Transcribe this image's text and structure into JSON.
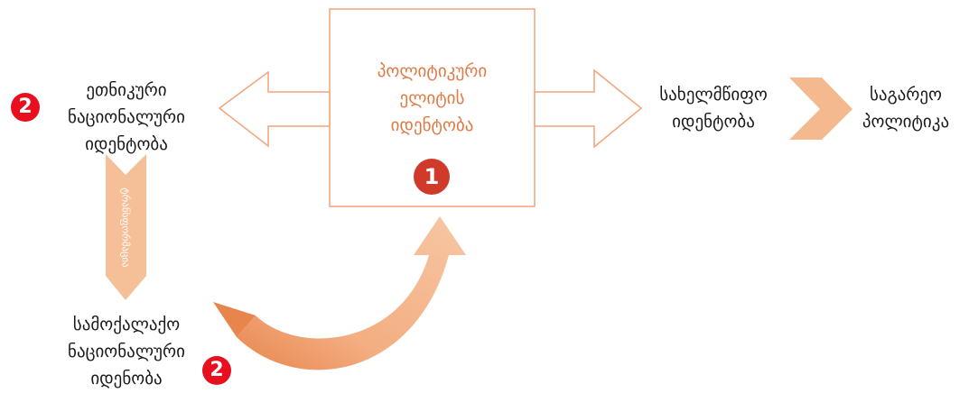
{
  "center_box": {
    "label": "პოლიტიკური\nელიტის\nიდენტობა",
    "badge": "1"
  },
  "ethnic": {
    "label": "ეთნიკური\nნაციონალური\nიდენტობა",
    "badge": "2"
  },
  "civic": {
    "label": "სამოქალაქო\nნაციონალური\nიდენობა",
    "badge": "2"
  },
  "state": {
    "label": "სახელმწიფო\nიდენტობა"
  },
  "foreign": {
    "label": "საგარეო\nპოლიტიკა"
  },
  "down_arrow": {
    "label": "ტრანსფორმაცია"
  },
  "colors": {
    "outline": "#f2a47a",
    "fill": "#f5b98f",
    "badge_primary": "#cf3a2a",
    "badge_secondary": "#e8101e",
    "center_text": "#e07a45"
  }
}
